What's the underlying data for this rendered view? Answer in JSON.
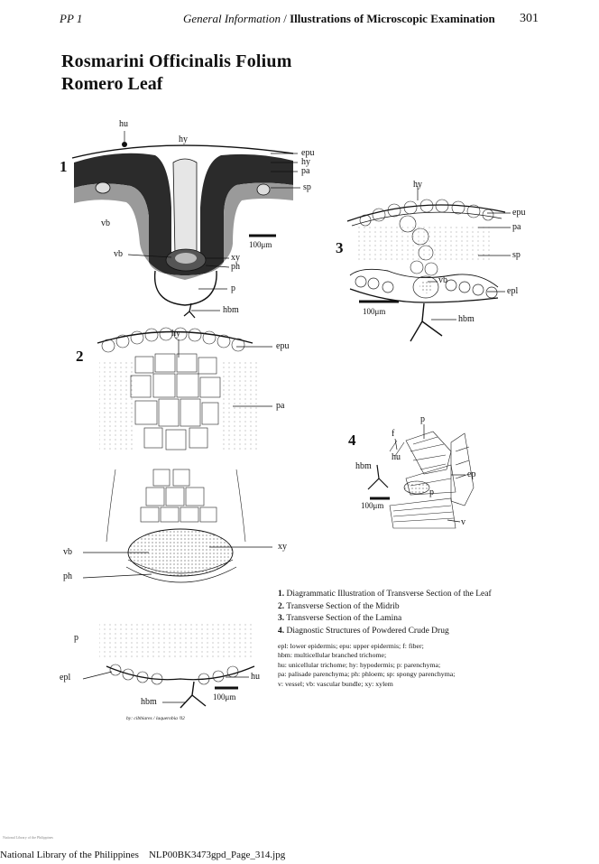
{
  "header": {
    "left": "PP 1",
    "section": "General Information",
    "separator": " / ",
    "title": "Illustrations of Microscopic Examination",
    "page_number": "301"
  },
  "title": {
    "line1": "Rosmarini Officinalis Folium",
    "line2": "Romero Leaf"
  },
  "figures": {
    "fig1": {
      "number": "1",
      "labels": {
        "hu": "hu",
        "hy": "hy",
        "epu": "epu",
        "hy2": "hy",
        "pa": "pa",
        "sp": "sp",
        "vb_left": "vb",
        "vb": "vb",
        "xy": "xy",
        "ph": "ph",
        "p": "p",
        "hbm": "hbm"
      },
      "scale": "100μm"
    },
    "fig2": {
      "number": "2",
      "labels": {
        "hy": "hy",
        "epu": "epu",
        "pa": "pa",
        "xy": "xy",
        "vb": "vb",
        "ph": "ph",
        "p": "p",
        "epl": "epl",
        "hu": "hu",
        "hbm": "hbm"
      },
      "scale": "100μm"
    },
    "fig3": {
      "number": "3",
      "labels": {
        "hy": "hy",
        "epu": "epu",
        "pa": "pa",
        "sp": "sp",
        "vb": "vb",
        "epl": "epl",
        "hbm": "hbm"
      },
      "scale": "100μm"
    },
    "fig4": {
      "number": "4",
      "labels": {
        "p_top": "p",
        "f": "f",
        "hu": "hu",
        "hbm": "hbm",
        "ep": "ep",
        "p": "p",
        "v": "v"
      },
      "scale": "100μm"
    }
  },
  "legend": {
    "captions": [
      {
        "num": "1.",
        "text": "Diagrammatic Illustration of Transverse Section of the Leaf"
      },
      {
        "num": "2.",
        "text": "Transverse Section of the Midrib"
      },
      {
        "num": "3.",
        "text": "Transverse Section of the Lamina"
      },
      {
        "num": "4.",
        "text": "Diagnostic Structures of Powdered Crude Drug"
      }
    ],
    "abbreviations": [
      "epl: lower epidermis; epu: upper epidermis; f: fiber;",
      "hbm: multicellular branched trichome;",
      "hu: unicellular trichome; hy: hypodermis; p: parenchyma;",
      "pa: palisade parenchyma; ph: phloem; sp: spongy parenchyma;",
      "v: vessel; vb: vascular bundle; xy: xylem"
    ]
  },
  "credit": "by: cibbiares / laquerobia '02",
  "footer": {
    "library": "National Library of the Philippines",
    "filename": "NLP00BK3473gpd_Page_314.jpg"
  }
}
